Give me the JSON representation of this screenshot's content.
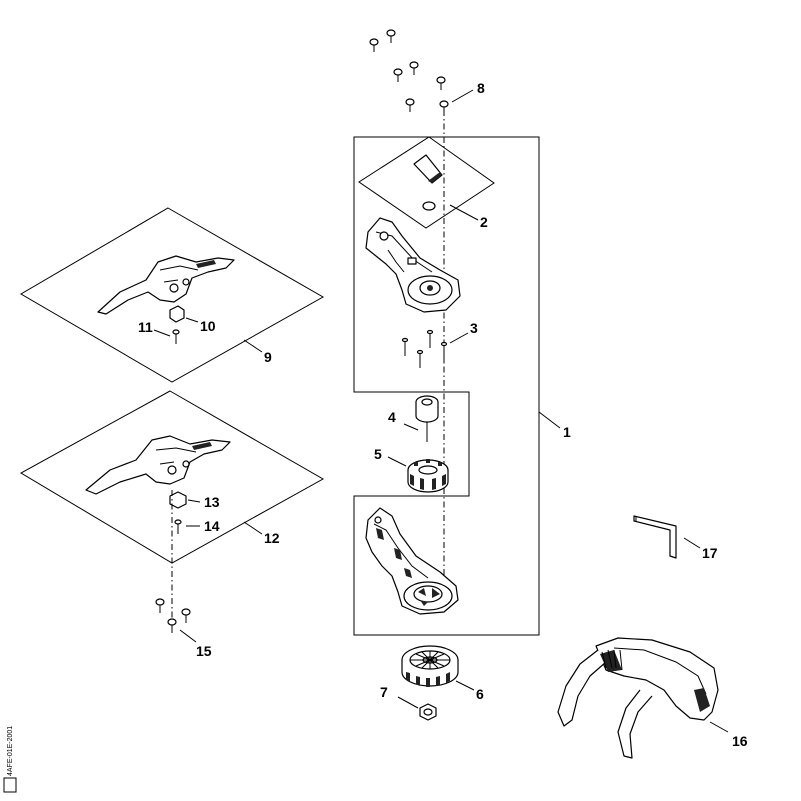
{
  "labels": {
    "p1": "1",
    "p2": "2",
    "p3": "3",
    "p4": "4",
    "p5": "5",
    "p6": "6",
    "p7": "7",
    "p8": "8",
    "p9": "9",
    "p10": "10",
    "p11": "11",
    "p12": "12",
    "p13": "13",
    "p14": "14",
    "p15": "15",
    "p16": "16",
    "p17": "17"
  },
  "code": "4AFE-01E-2001"
}
